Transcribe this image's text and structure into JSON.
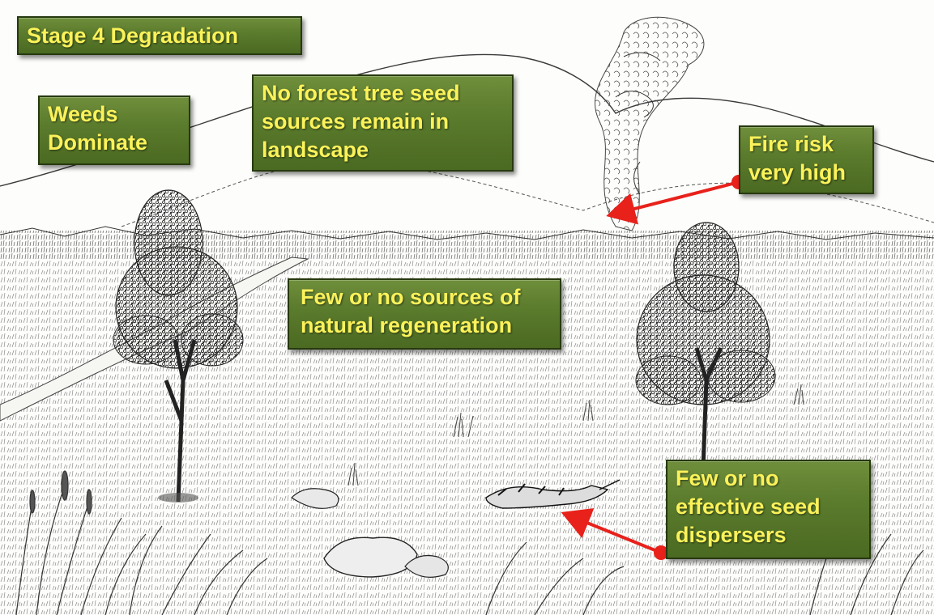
{
  "labels": {
    "stage": "Stage 4 Degradation",
    "weeds": "Weeds\nDominate",
    "seed_sources": "No forest tree seed\nsources remain in\nlandscape",
    "fire_risk": "Fire risk\nvery high",
    "regeneration": "Few or no sources of\nnatural regeneration",
    "dispersers": "Few or no\neffective seed\ndispersers"
  },
  "colors": {
    "box_fill": "#5a7a2c",
    "box_border": "#26390f",
    "label_text": "#fbf25a",
    "arrow": "#e8211b",
    "sketch_ink": "#2a2a2a"
  },
  "illustration": {
    "style": "pen-and-ink sketch",
    "elements": [
      "hills",
      "smoke-plume",
      "grassland",
      "left-tree",
      "right-tree",
      "path",
      "rocks",
      "tall-grass",
      "fallen-animal"
    ]
  }
}
